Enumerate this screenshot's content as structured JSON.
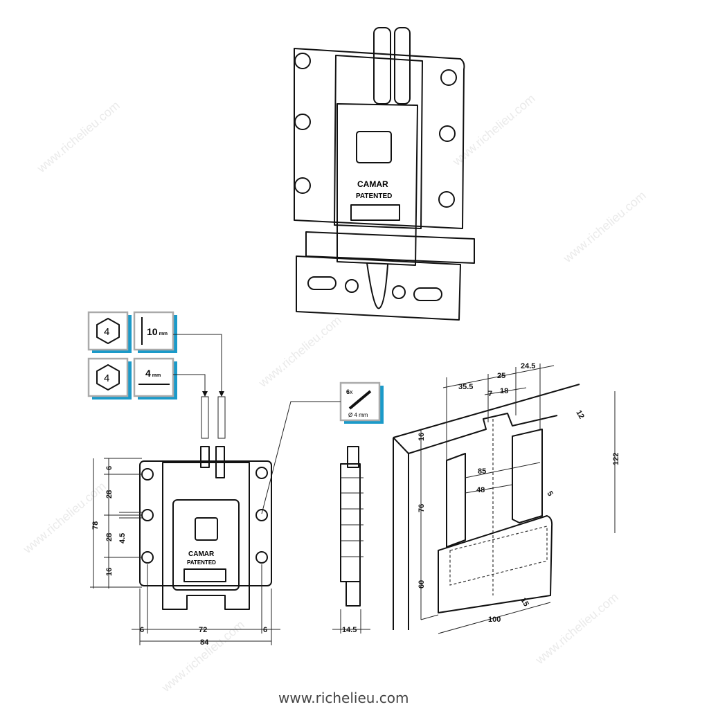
{
  "watermark": "www.richelieu.com",
  "footer": {
    "url": "www.richelieu.com"
  },
  "product": {
    "brand": "CAMAR",
    "label": "PATENTED"
  },
  "icons": {
    "hex_key_1": "4",
    "hex_key_2": "4",
    "depth": "10",
    "depth_unit": "mm",
    "diameter": "4",
    "diameter_unit": "mm",
    "screw_count": "6",
    "screw_count_suffix": "x",
    "screw_size": "Ø 4 mm"
  },
  "front_view": {
    "left_dims": [
      "6",
      "28",
      "28",
      "16"
    ],
    "total_height": "78",
    "hole_offset": "4.5",
    "bottom_dims": [
      "6",
      "72",
      "6"
    ],
    "total_width": "84"
  },
  "side_view": {
    "thickness": "14.5"
  },
  "install_view": {
    "top_dims": [
      "35.5",
      "25",
      "24.5"
    ],
    "offset_dims": [
      "7",
      "18"
    ],
    "depth": "12",
    "height": "122",
    "left_dims": [
      "16",
      "76",
      "60"
    ],
    "width_85": "85",
    "width_48": "48",
    "recess": "5",
    "gap": "15",
    "bottom_width": "100"
  }
}
